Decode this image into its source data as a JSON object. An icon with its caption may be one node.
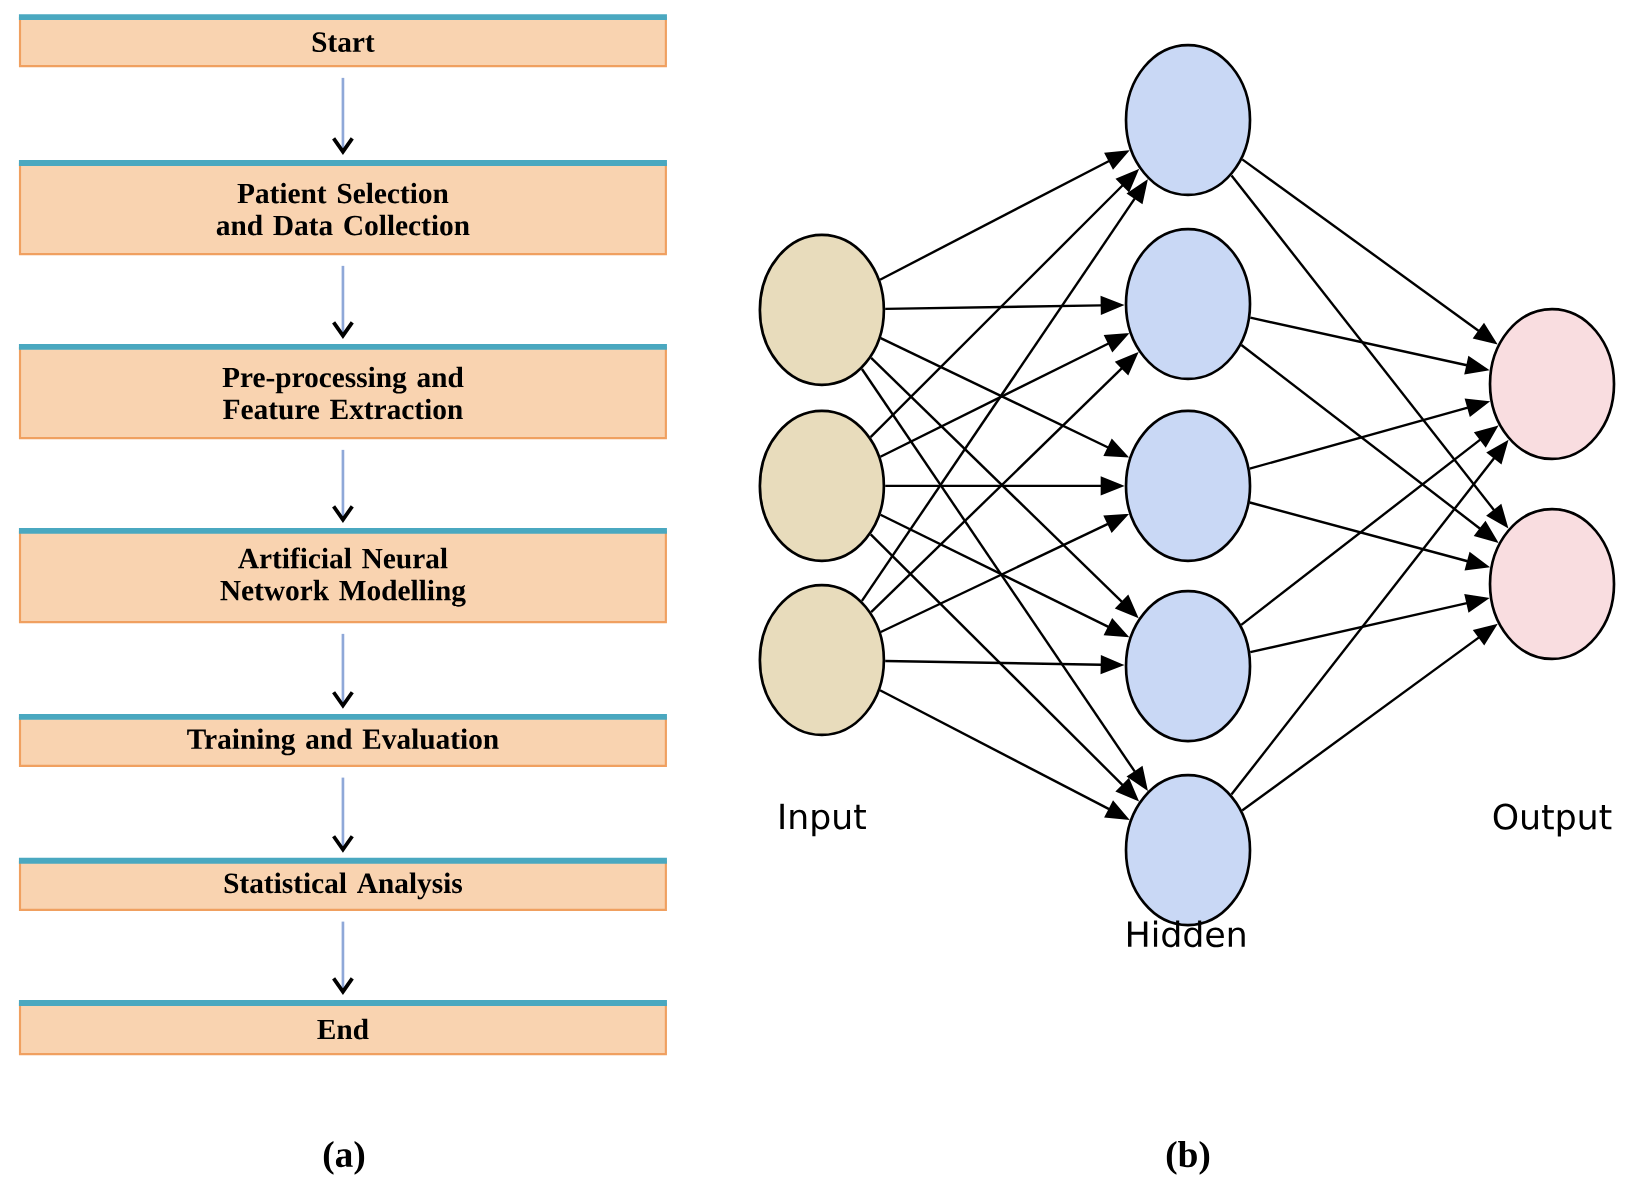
{
  "diagram": {
    "nodes": [
      {
        "text": [
          "Start"
        ]
      },
      {
        "text": [
          "Patient Selection and Data Collection"
        ]
      },
      {
        "text": [
          "Pre-processing and Feature Extraction"
        ]
      },
      {
        "text": [
          "Artificial Neural Network Modelling"
        ]
      },
      {
        "text": [
          "Training and Evaluation"
        ]
      },
      {
        "text": [
          "Statistical Analysis"
        ]
      },
      {
        "text": [
          "End"
        ]
      },
      {
        "text": [],
        "shape": "circle"
      },
      {
        "text": [],
        "shape": "circle"
      },
      {
        "text": [],
        "shape": "circle"
      },
      {
        "text": [],
        "shape": "circle"
      },
      {
        "text": [],
        "shape": "circle"
      },
      {
        "text": [],
        "shape": "circle"
      },
      {
        "text": [],
        "shape": "circle"
      },
      {
        "text": [],
        "shape": "circle"
      },
      {
        "text": [],
        "shape": "circle"
      },
      {
        "text": [],
        "shape": "circle"
      }
    ],
    "edges": [
      {
        "from": 0,
        "to": 1,
        "arrow": "to",
        "color": "#8fa8d8"
      },
      {
        "from": 1,
        "to": 2,
        "arrow": "to",
        "color": "#8fa8d8"
      },
      {
        "from": 2,
        "to": 3,
        "arrow": "to",
        "color": "#8fa8d8"
      },
      {
        "from": 3,
        "to": 4,
        "arrow": "to",
        "color": "#8fa8d8"
      },
      {
        "from": 4,
        "to": 5,
        "arrow": "to",
        "color": "#8fa8d8"
      },
      {
        "from": 5,
        "to": 6,
        "arrow": "to",
        "color": "#8fa8d8"
      },
      {
        "from": 7,
        "to": 10,
        "arrow": "to"
      },
      {
        "from": 7,
        "to": 11,
        "arrow": "to"
      },
      {
        "from": 7,
        "to": 12,
        "arrow": "to"
      },
      {
        "from": 7,
        "to": 13,
        "arrow": "to"
      },
      {
        "from": 7,
        "to": 14,
        "arrow": "to"
      },
      {
        "from": 8,
        "to": 10,
        "arrow": "to"
      },
      {
        "from": 8,
        "to": 11,
        "arrow": "to"
      },
      {
        "from": 8,
        "to": 12,
        "arrow": "to"
      },
      {
        "from": 8,
        "to": 13,
        "arrow": "to"
      },
      {
        "from": 8,
        "to": 14,
        "arrow": "to"
      },
      {
        "from": 9,
        "to": 10,
        "arrow": "to"
      },
      {
        "from": 9,
        "to": 11,
        "arrow": "to"
      },
      {
        "from": 9,
        "to": 12,
        "arrow": "to"
      },
      {
        "from": 9,
        "to": 13,
        "arrow": "to"
      },
      {
        "from": 9,
        "to": 14,
        "arrow": "to"
      },
      {
        "from": 10,
        "to": 15,
        "arrow": "to"
      },
      {
        "from": 10,
        "to": 16,
        "arrow": "to"
      },
      {
        "from": 11,
        "to": 15,
        "arrow": "to"
      },
      {
        "from": 11,
        "to": 16,
        "arrow": "to"
      },
      {
        "from": 12,
        "to": 15,
        "arrow": "to"
      },
      {
        "from": 12,
        "to": 16,
        "arrow": "to"
      },
      {
        "from": 13,
        "to": 15,
        "arrow": "to"
      },
      {
        "from": 13,
        "to": 16,
        "arrow": "to"
      },
      {
        "from": 14,
        "to": 15,
        "arrow": "to"
      },
      {
        "from": 14,
        "to": 16,
        "arrow": "to"
      }
    ],
    "labels": [
      "Input",
      "Hidden",
      "Output",
      "(a)",
      "(b)"
    ]
  }
}
